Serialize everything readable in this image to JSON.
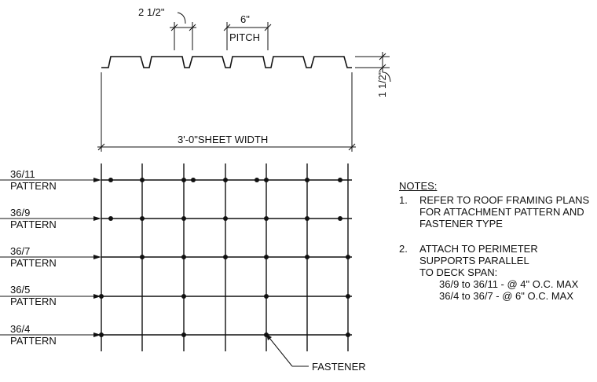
{
  "dimensions": {
    "rib_top_width": "2 1/2\"",
    "pitch_value": "6\"",
    "pitch_label": "PITCH",
    "depth": "1 1/2\"",
    "sheet_width": "3'-0\"SHEET WIDTH"
  },
  "patterns": [
    {
      "name": "36/11",
      "label": "PATTERN"
    },
    {
      "name": "36/9",
      "label": "PATTERN"
    },
    {
      "name": "36/7",
      "label": "PATTERN"
    },
    {
      "name": "36/5",
      "label": "PATTERN"
    },
    {
      "name": "36/4",
      "label": "PATTERN"
    }
  ],
  "fastener_label": "FASTENER",
  "notes": {
    "heading": "NOTES:",
    "items": [
      {
        "num": "1.",
        "text": "REFER TO ROOF FRAMING PLANS FOR ATTACHMENT PATTERN AND FASTENER TYPE"
      },
      {
        "num": "2.",
        "text": "ATTACH TO PERIMETER SUPPORTS PARALLEL TO DECK SPAN:"
      }
    ],
    "sub_items": [
      "36/9 to 36/11 - @ 4\" O.C. MAX",
      "36/4 to 36/7 - @ 6\" O.C. MAX"
    ]
  }
}
